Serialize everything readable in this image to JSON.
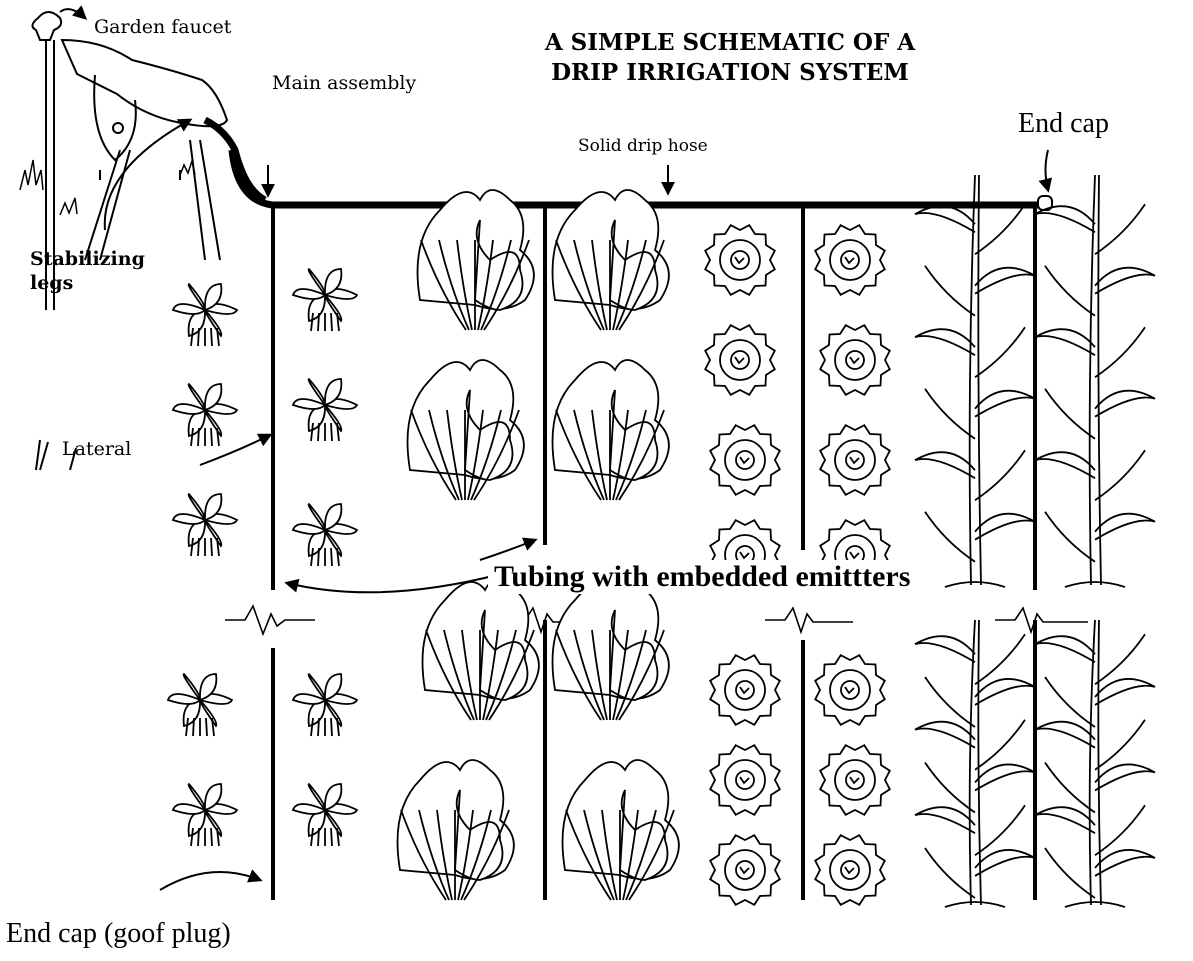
{
  "title": {
    "line1": "A SIMPLE SCHEMATIC OF A",
    "line2": "DRIP IRRIGATION SYSTEM"
  },
  "labels": {
    "garden_faucet": "Garden faucet",
    "main_assembly": "Main assembly",
    "solid_drip_hose": "Solid drip hose",
    "end_cap_top": "End cap",
    "stabilizing_legs_1": "Stabilizing",
    "stabilizing_legs_2": "legs",
    "lateral": "Lateral",
    "tubing": "Tubing with embedded emittters",
    "end_cap_bottom": "End cap (goof plug)"
  },
  "crops": [
    "pepper-plants",
    "chard-plants",
    "lettuce-plants",
    "corn-plants"
  ],
  "colors": {
    "ink": "#000000",
    "paper": "#ffffff"
  }
}
